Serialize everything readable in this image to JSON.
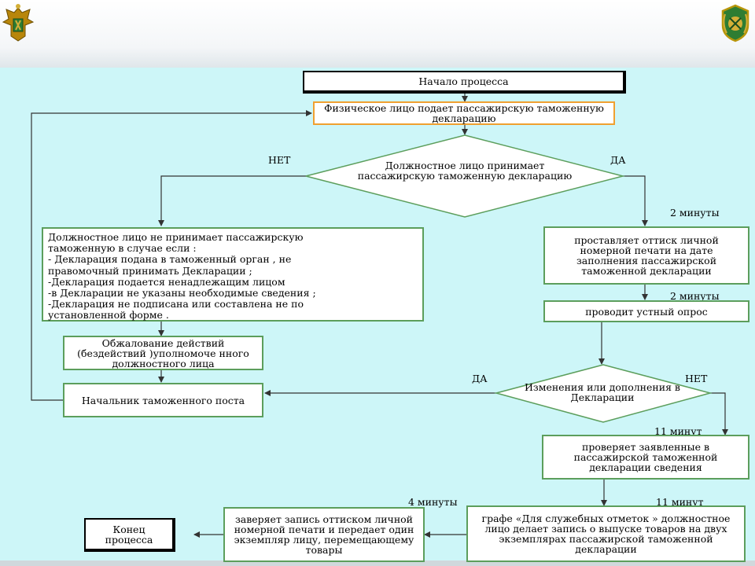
{
  "flow": {
    "start": "Начало процесса",
    "submit": "Физическое лицо подает пассажирскую таможенную декларацию",
    "decision1": "Должностное лицо принимает пассажирскую таможенную декларацию",
    "decision1_no": "НЕТ",
    "decision1_yes": "ДА",
    "reject_reasons": "Должностное лицо  не принимает пассажирскую\nтаможенную в случае если :\n- Декларация подана в таможенный орган  , не\nправомочный принимать Декларации  ;\n-Декларация подается ненадлежащим лицом\n-в Декларации не указаны необходимые сведения  ;\n-Декларация не подписана или составлена не по\nустановленной форме .",
    "appeal": "Обжалование действий (бездействий )уполномоче нного должностного лица",
    "chief": "Начальник таможенного поста",
    "time_stamp": "2 минуты",
    "stamp": "проставляет оттиск личной номерной печати на дате заполнения пассажирской таможенной декларации",
    "time_oral": "2 минуты",
    "oral": "проводит устный опрос",
    "decision2": "Изменения или дополнения в Декларации",
    "decision2_yes": "ДА",
    "decision2_no": "НЕТ",
    "time_check": "11 минут",
    "check": "проверяет заявленные в пассажирской таможенной декларации сведения",
    "time_record": "11 минут",
    "record": "графе «Для служебных отметок » должностное лицо  делает запись о выпуске товаров на двух экземплярах пассажирской таможенной декларации",
    "time_certify": "4 минуты",
    "certify": "заверяет запись оттиском личной номерной печати и передает один экземпляр лицу, перемещающему товары",
    "end": "Конец процесса"
  },
  "colors": {
    "canvas": "#cdf6f8",
    "box_border": "#5c9e5c",
    "start_border": "#000000",
    "submit_border": "#f0a030",
    "arrow": "#333333"
  },
  "icons": [
    "coat-of-arms-emblem-left",
    "customs-emblem-right"
  ]
}
